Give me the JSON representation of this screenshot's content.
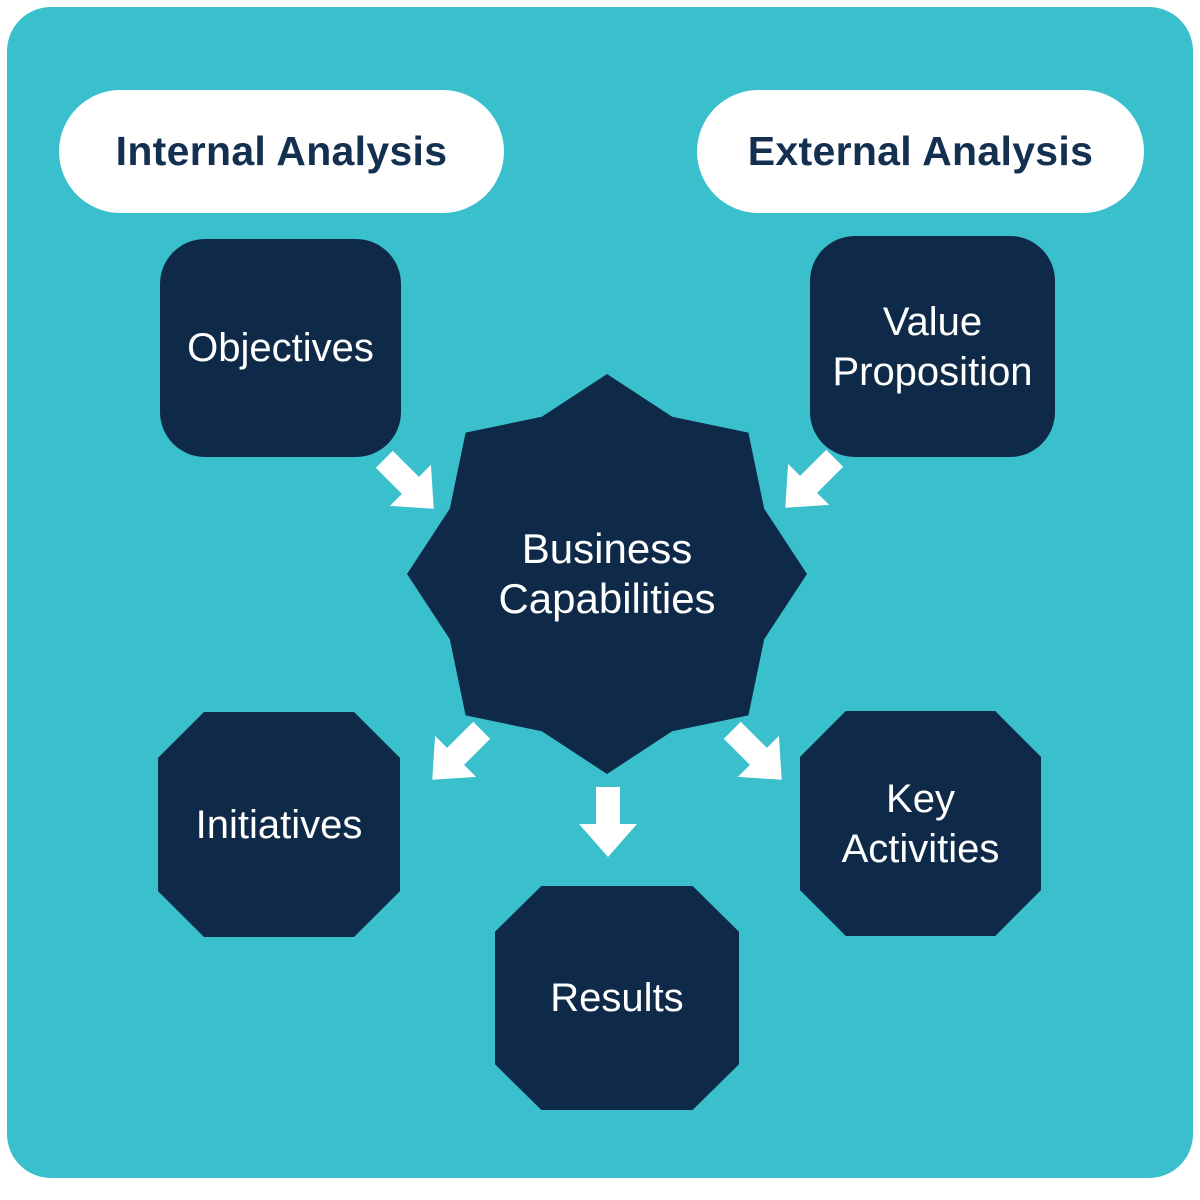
{
  "title": "Business Capabilities Diagram",
  "colors": {
    "page_bg": "#FFFFFF",
    "board_bg": "#3AC0CC",
    "header_bg": "#FFFFFF",
    "header_text": "#143050",
    "node_bg": "#0E2A48",
    "node_text": "#FFFFFF",
    "arrow_color": "#FFFFFF"
  },
  "headers": {
    "internal": "Internal Analysis",
    "external": "External Analysis"
  },
  "nodes": {
    "objectives": "Objectives",
    "value_proposition": "Value Proposition",
    "business_capabilities": "Business Capabilities",
    "initiatives": "Initiatives",
    "results": "Results",
    "key_activities": "Key Activities"
  },
  "arrows": [
    {
      "name": "objectives-to-business-capabilities",
      "direction": "down-right"
    },
    {
      "name": "value-proposition-to-business-capabilities",
      "direction": "down-left"
    },
    {
      "name": "business-capabilities-to-initiatives",
      "direction": "down-left"
    },
    {
      "name": "business-capabilities-to-results",
      "direction": "down"
    },
    {
      "name": "business-capabilities-to-key-activities",
      "direction": "down-right"
    }
  ]
}
